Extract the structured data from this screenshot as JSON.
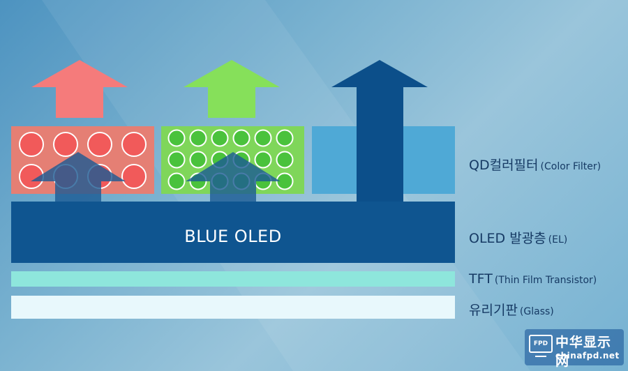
{
  "layers": {
    "qd_filter": {
      "main": "QD컬러필터",
      "sub": "(Color Filter)"
    },
    "oled": {
      "main": "OLED 발광층",
      "sub": "(EL)",
      "center_text": "BLUE OLED"
    },
    "tft": {
      "main": "TFT",
      "sub": "(Thin Film Transistor)"
    },
    "glass": {
      "main": "유리기판",
      "sub": "(Glass)"
    }
  },
  "colors": {
    "red_filter": "#e57f74",
    "red_dot": "#f15a5a",
    "red_arrow": "#f57b7b",
    "green_filter": "#7fd65a",
    "green_dot": "#4ac23c",
    "green_arrow": "#86e05a",
    "blue_filter": "#4fa9d6",
    "blue_oled": "#0f5590",
    "blue_arrow": "#0c4f8a",
    "tft": "#8ee6dc",
    "glass": "#e8f8fc",
    "label_text": "#163a64"
  },
  "watermark": {
    "icon_text": "FPD",
    "title": "中华显示网",
    "url": "chinafpd.net"
  }
}
